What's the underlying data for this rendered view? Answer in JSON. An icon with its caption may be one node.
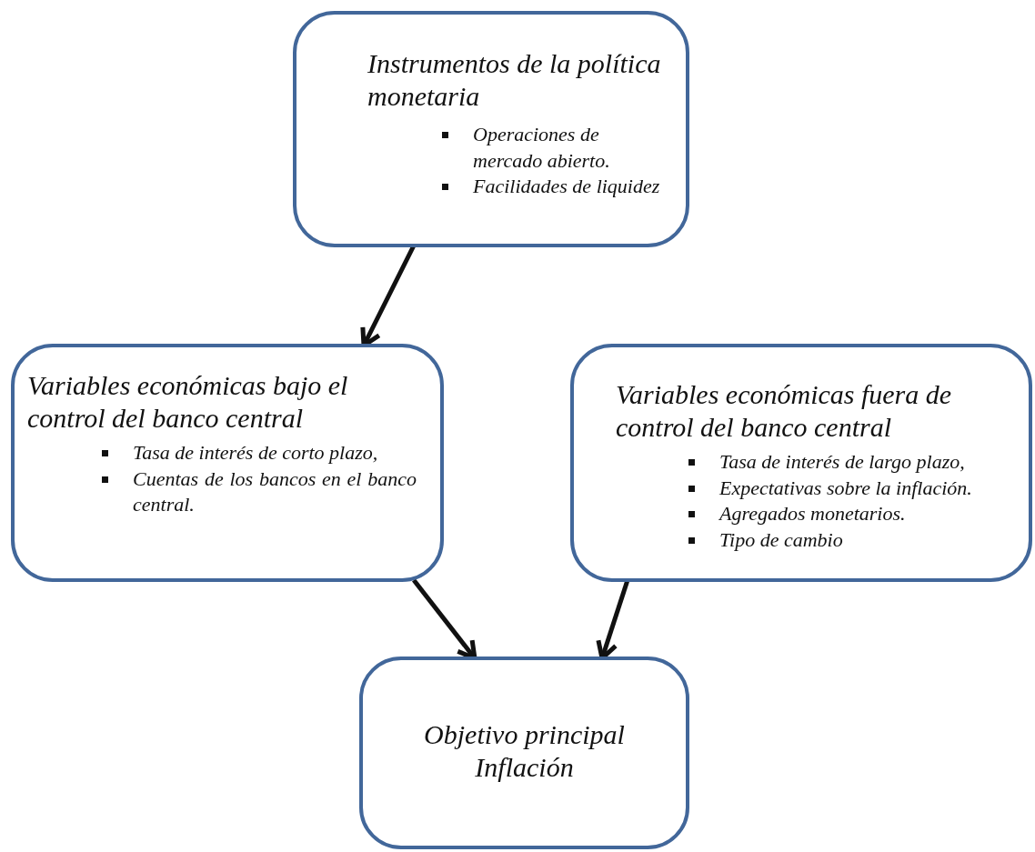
{
  "diagram": {
    "nodes": [
      {
        "text": [
          "Instrumentos de la política monetaria",
          "Operaciones de mercado abierto.",
          "Facilidades de liquidez"
        ]
      },
      {
        "text": [
          "Variables económicas bajo el control del banco central",
          "Tasa de interés de corto plazo,",
          "Cuentas de los bancos en el banco central."
        ]
      },
      {
        "text": [
          "Variables económicas fuera de control del banco central",
          "Tasa de interés de largo plazo,",
          "Expectativas sobre la inflación.",
          "Agregados monetarios.",
          "Tipo de cambio"
        ]
      },
      {
        "text": [
          "Objetivo principal Inflación"
        ]
      }
    ],
    "edges": [
      {
        "from": 0,
        "to": 1,
        "arrow": "to"
      },
      {
        "from": 1,
        "to": 3,
        "arrow": "to"
      },
      {
        "from": 2,
        "to": 3,
        "arrow": "to"
      }
    ]
  }
}
